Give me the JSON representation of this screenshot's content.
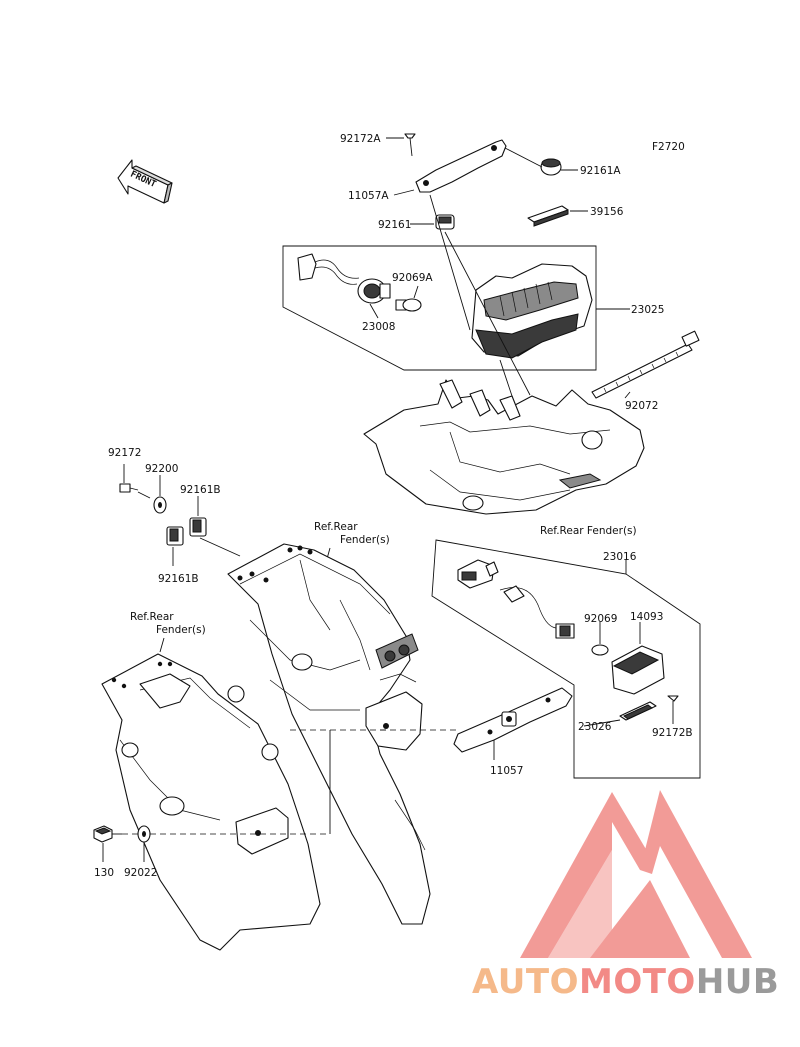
{
  "figure_code": "F2720",
  "front_label": "FRONT",
  "labels": {
    "p92172A": "92172A",
    "p92161A": "92161A",
    "p11057A": "11057A",
    "p92161": "92161",
    "p39156": "39156",
    "p92069A": "92069A",
    "p23025": "23025",
    "p23008": "23008",
    "p92072": "92072",
    "p92172": "92172",
    "p92200": "92200",
    "p92161B_top": "92161B",
    "p92161B_bottom": "92161B",
    "ref_rear_fender_1_line1": "Ref.Rear",
    "ref_rear_fender_1_line2": "Fender(s)",
    "ref_rear_fender_2": "Ref.Rear Fender(s)",
    "p23016": "23016",
    "ref_rear_fender_3_line1": "Ref.Rear",
    "ref_rear_fender_3_line2": "Fender(s)",
    "p92069": "92069",
    "p14093": "14093",
    "p23026": "23026",
    "p92172B": "92172B",
    "p11057": "11057",
    "p130": "130",
    "p92022": "92022"
  },
  "watermark": {
    "part1": "AUTO",
    "part2": "MOTO",
    "part3": "HUB",
    "color_auto": "#f5b98a",
    "color_moto": "#f28a86",
    "color_hub": "#9a9a9a",
    "triangle_color": "#f08a86"
  }
}
